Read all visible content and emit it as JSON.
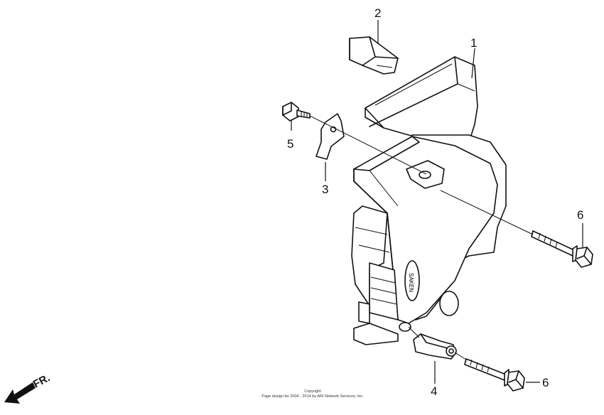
{
  "diagram": {
    "callouts": [
      {
        "id": "1",
        "label": "1"
      },
      {
        "id": "2",
        "label": "2"
      },
      {
        "id": "3",
        "label": "3"
      },
      {
        "id": "4",
        "label": "4"
      },
      {
        "id": "5",
        "label": "5"
      },
      {
        "id": "6a",
        "label": "6"
      },
      {
        "id": "6b",
        "label": "6"
      }
    ],
    "direction_label": "FR.",
    "copyright_line1": "Copyright",
    "copyright_line2": "Page design for 2004 - 2014 by ARI Network Services, Inc."
  }
}
